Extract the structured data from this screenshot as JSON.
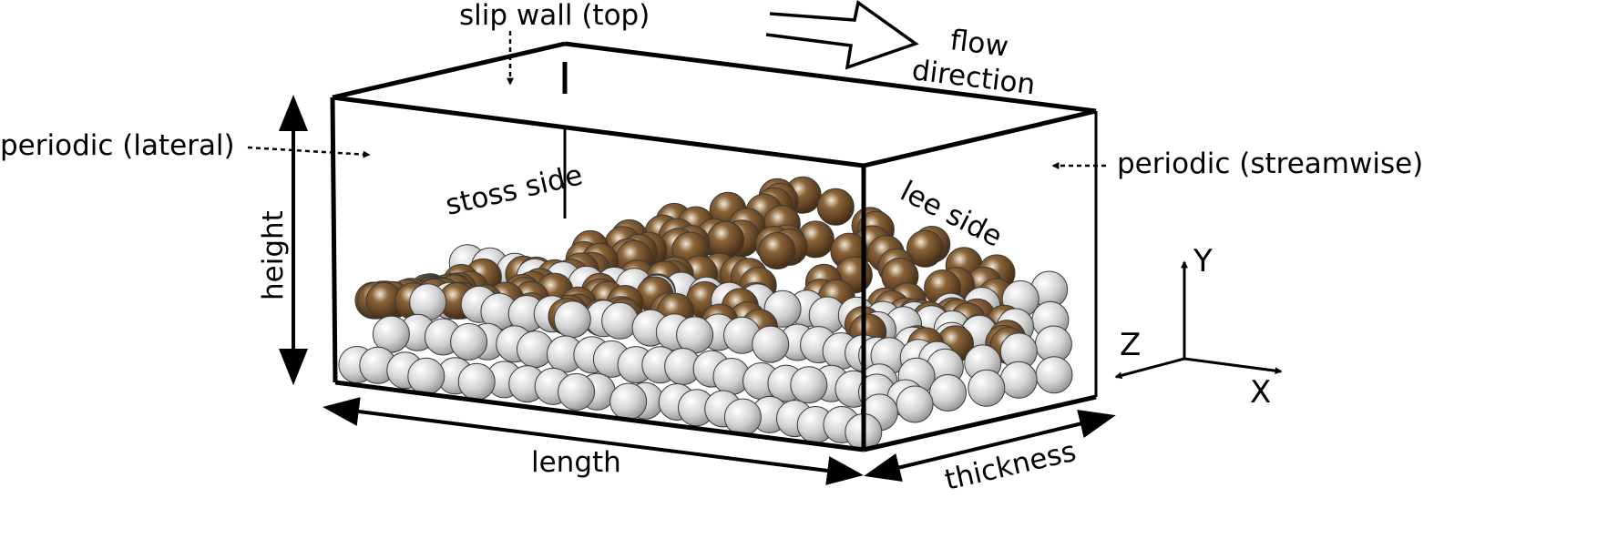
{
  "labels": {
    "slip_wall": "slip wall (top)",
    "flow_line1": "flow",
    "flow_line2": "direction",
    "periodic_lateral": "periodic (lateral)",
    "periodic_streamwise": "periodic (streamwise)",
    "stoss_side": "stoss side",
    "lee_side": "lee side",
    "height": "height",
    "length": "length",
    "thickness": "thickness"
  },
  "axes": {
    "x": "X",
    "y": "Y",
    "z": "Z"
  },
  "colors": {
    "box_stroke": "#000000",
    "bed_particles": "#cfcfcf",
    "dune_particles": "#6b4a2a"
  }
}
